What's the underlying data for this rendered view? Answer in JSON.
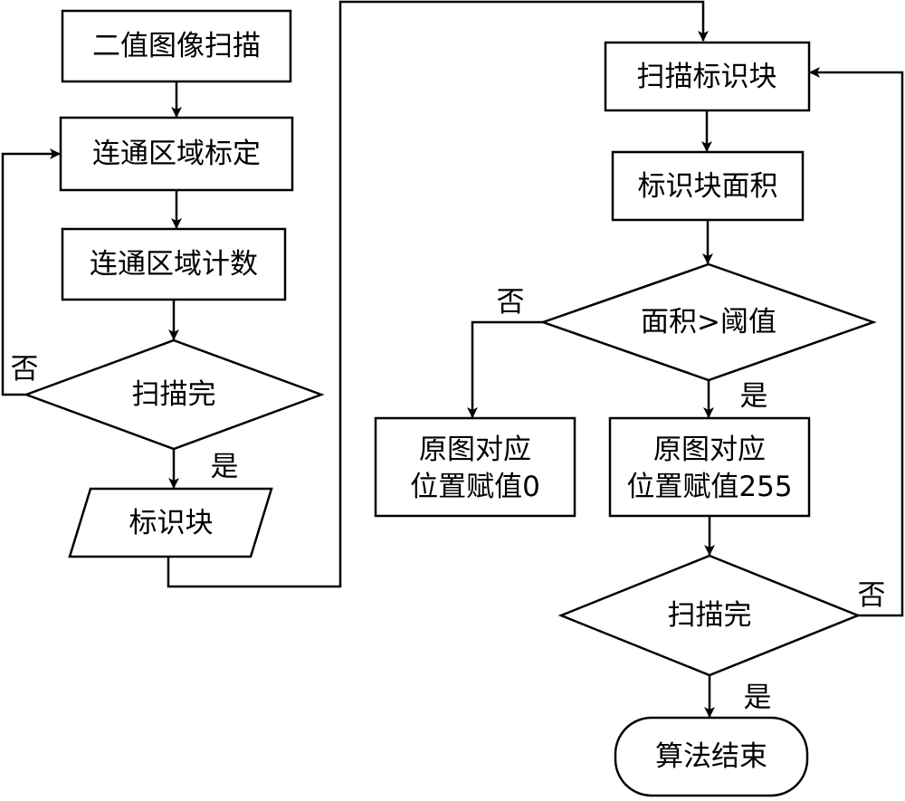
{
  "nodes": {
    "binary_scan": "二值图像扫描",
    "region_label": "连通区域标定",
    "region_count": "连通区域计数",
    "scan_done_left": "扫描完",
    "label_block_io": "标识块",
    "scan_label_block": "扫描标识块",
    "block_area": "标识块面积",
    "area_gt_threshold": "面积>阈值",
    "assign_0_line1": "原图对应",
    "assign_0_line2": "位置赋值0",
    "assign_255_line1": "原图对应",
    "assign_255_line2": "位置赋值255",
    "scan_done_right": "扫描完",
    "end": "算法结束"
  },
  "edge_labels": {
    "left_no": "否",
    "left_yes": "是",
    "threshold_no": "否",
    "threshold_yes": "是",
    "right_no": "否",
    "right_yes": "是"
  }
}
